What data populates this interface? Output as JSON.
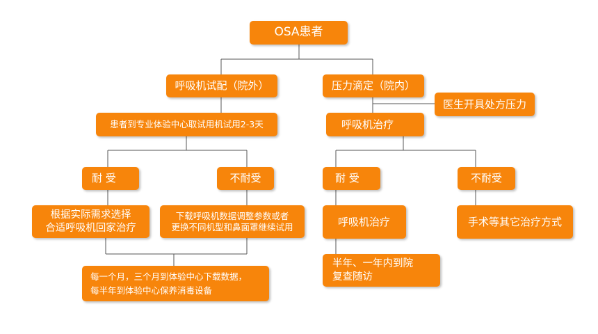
{
  "nodes": {
    "root": "OSA患者",
    "trial": "呼吸机试配（院外）",
    "titration": "压力滴定（院内）",
    "prescription": "医生开具处方压力",
    "trial_center": "患者到专业体验中心取试用机试用2-3天",
    "therapy_a": "呼吸机治疗",
    "tolerate_left": "耐 受",
    "not_tolerate_left": "不耐受",
    "tolerate_right": "耐 受",
    "not_tolerate_right": "不耐受",
    "choose_machine": "根据实际需求选择\n合适呼吸机回家治疗",
    "adjust_params": "下载呼吸机数据调整参数或者\n更换不同机型和鼻面罩继续试用",
    "therapy_b": "呼吸机治疗",
    "surgery": "手术等其它治疗方式",
    "followup_center": "每一个月，三个月到体验中心下载数据，\n每半年到体验中心保养消毒设备",
    "followup_hospital": "半年、一年内到院\n复查随访"
  },
  "colors": {
    "node_fill": "#f7850b",
    "node_text": "#ffffff",
    "connector": "#555555"
  }
}
